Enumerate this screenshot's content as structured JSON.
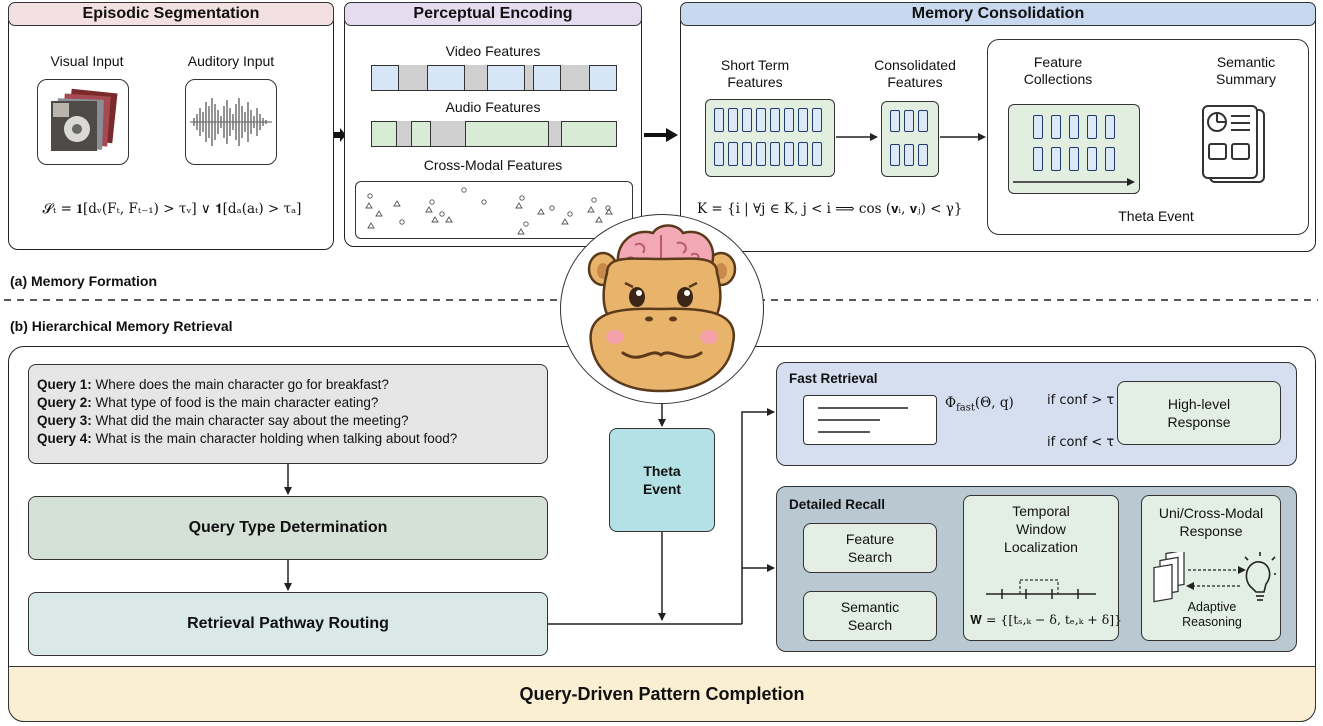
{
  "formation": {
    "segmentation": {
      "title": "Episodic Segmentation",
      "visual_label": "Visual Input",
      "auditory_label": "Auditory Input",
      "formula": "𝓢ₜ = 𝟏[dᵥ(Fₜ, Fₜ₋₁) > τᵥ] ∨ 𝟏[dₐ(aₜ) > τₐ]"
    },
    "encoding": {
      "title": "Perceptual Encoding",
      "video_label": "Video Features",
      "audio_label": "Audio Features",
      "cross_label": "Cross-Modal Features"
    },
    "consolidation": {
      "title": "Memory Consolidation",
      "short_term_label": "Short Term\nFeatures",
      "consolidated_label": "Consolidated\nFeatures",
      "collections_label": "Feature\nCollections",
      "semantic_label": "Semantic\nSummary",
      "theta_label": "Theta Event",
      "formula": "K = {i | ∀j ∈ K, j < i ⟹ cos (𝐯ᵢ, 𝐯ⱼ) < γ}"
    },
    "caption": "(a) Memory Formation"
  },
  "retrieval": {
    "caption": "(b) Hierarchical Memory Retrieval",
    "queries": [
      {
        "label": "Query 1:",
        "text": " Where does the main character go for breakfast?"
      },
      {
        "label": "Query 2:",
        "text": " What type of food is the main character eating?"
      },
      {
        "label": "Query 3:",
        "text": " What did the main character say about the meeting?"
      },
      {
        "label": "Query 4:",
        "text": " What is the main character holding when talking about food?"
      }
    ],
    "query_type": "Query Type Determination",
    "routing": "Retrieval Pathway Routing",
    "theta_event": "Theta\nEvent",
    "fast": {
      "title": "Fast Retrieval",
      "phi": "Φ_fast(Θ, q)",
      "conf_high": "if conf > τ",
      "conf_low": "if conf < τ",
      "response": "High-level\nResponse"
    },
    "detailed": {
      "title": "Detailed Recall",
      "feature_search": "Feature\nSearch",
      "semantic_search": "Semantic\nSearch",
      "temporal": "Temporal\nWindow\nLocalization",
      "window_formula": "𝐖 = {[tₛ,ₖ − δ, tₑ,ₖ + δ]}",
      "response_title": "Uni/Cross-Modal\nResponse",
      "adaptive": "Adaptive\nReasoning"
    },
    "completion": "Query-Driven Pattern Completion"
  },
  "colors": {
    "seg_header": "#f3e0e3",
    "enc_header": "#e6dcef",
    "cons_header": "#c8d8ef",
    "video_bar": "#d6e6f7",
    "audio_bar": "#d8ecd5",
    "feature_green": "#e2eee0",
    "query_box": "#e6e6e6",
    "query_type_box": "#d5e0d7",
    "routing_box": "#dbe8e8",
    "theta_box": "#b4e1e6",
    "fast_bg": "#d5dff0",
    "detailed_bg": "#b9c8d1",
    "inner_box": "#e3eee5",
    "completion_bg": "#fbefd3",
    "hippo_skin": "#e8b36b"
  }
}
